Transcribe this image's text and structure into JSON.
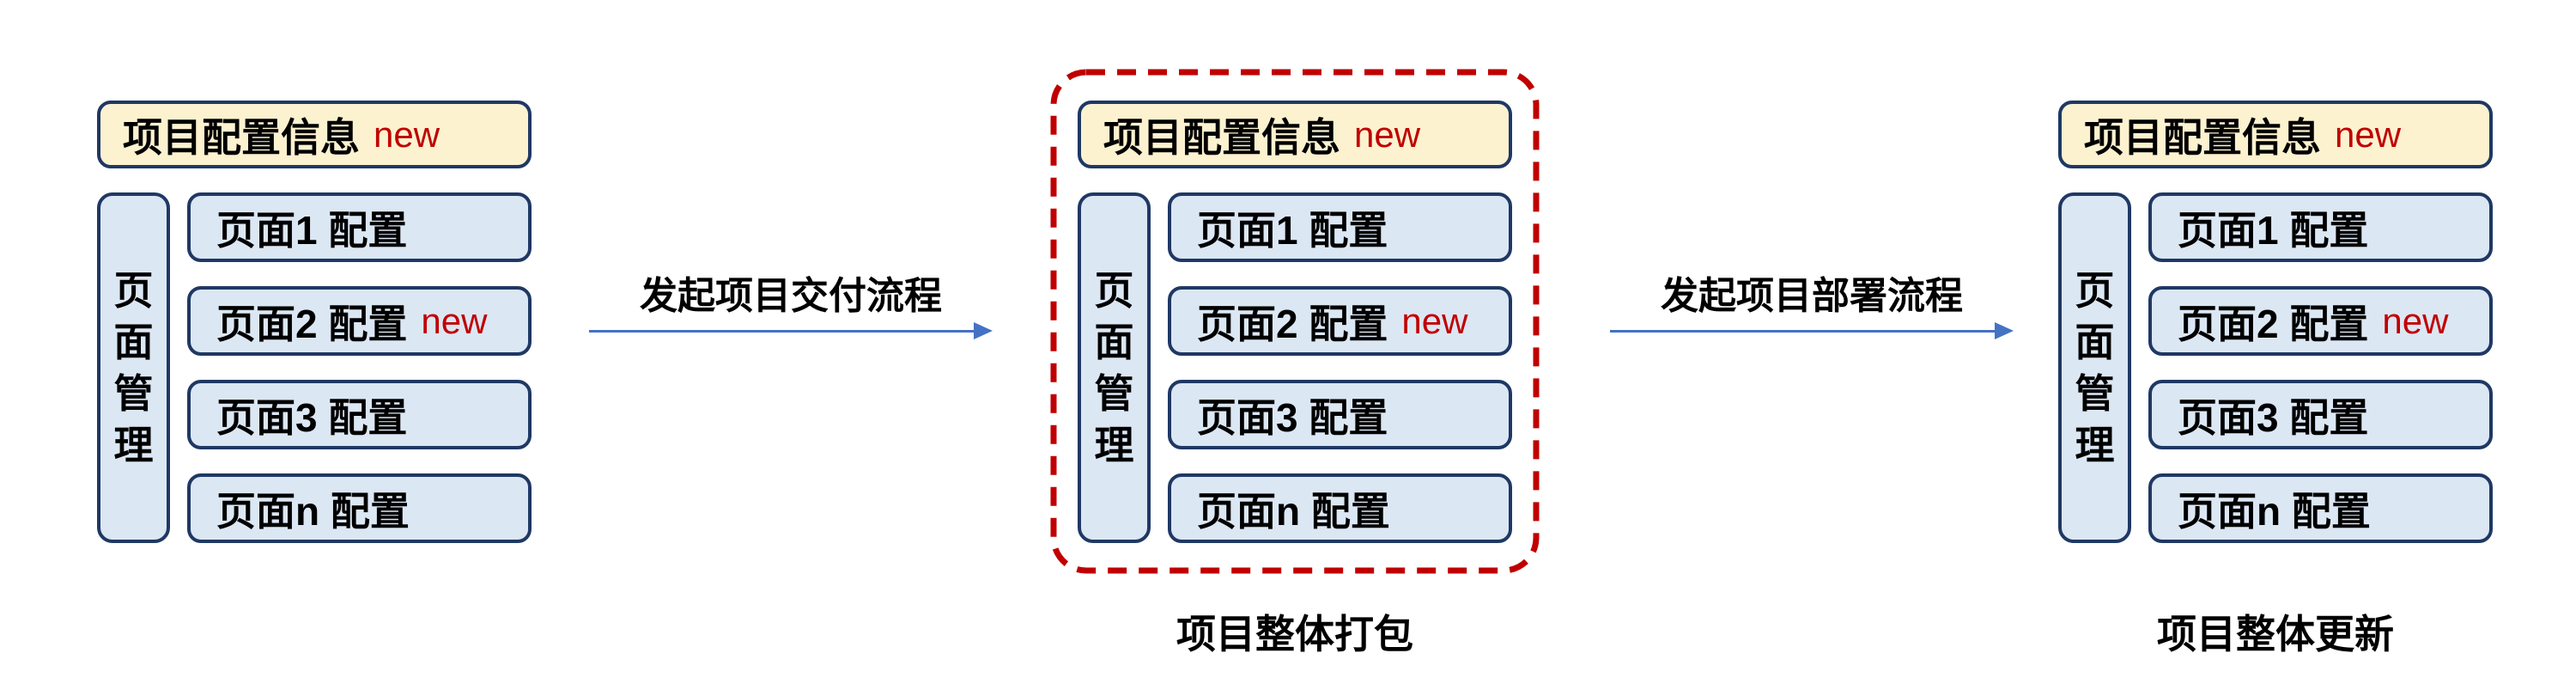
{
  "colors": {
    "box_border": "#1f3864",
    "project_box_fill": "#fcf2d0",
    "page_box_fill": "#dce7f4",
    "new_badge": "#c00000",
    "dashed_frame": "#c00000",
    "arrow": "#4472c4",
    "text": "#000000"
  },
  "groups": [
    {
      "project_box": {
        "label": "项目配置信息",
        "badge": "new"
      },
      "side_label": "页面管理",
      "pages": [
        {
          "label": "页面1 配置",
          "badge": ""
        },
        {
          "label": "页面2 配置",
          "badge": "new"
        },
        {
          "label": "页面3 配置",
          "badge": ""
        },
        {
          "label": "页面n 配置",
          "badge": ""
        }
      ],
      "caption": ""
    },
    {
      "project_box": {
        "label": "项目配置信息",
        "badge": "new"
      },
      "side_label": "页面管理",
      "pages": [
        {
          "label": "页面1 配置",
          "badge": ""
        },
        {
          "label": "页面2 配置",
          "badge": "new"
        },
        {
          "label": "页面3 配置",
          "badge": ""
        },
        {
          "label": "页面n 配置",
          "badge": ""
        }
      ],
      "caption": "项目整体打包"
    },
    {
      "project_box": {
        "label": "项目配置信息",
        "badge": "new"
      },
      "side_label": "页面管理",
      "pages": [
        {
          "label": "页面1 配置",
          "badge": ""
        },
        {
          "label": "页面2 配置",
          "badge": "new"
        },
        {
          "label": "页面3 配置",
          "badge": ""
        },
        {
          "label": "页面n 配置",
          "badge": ""
        }
      ],
      "caption": "项目整体更新"
    }
  ],
  "arrows": [
    {
      "label": "发起项目交付流程"
    },
    {
      "label": "发起项目部署流程"
    }
  ]
}
